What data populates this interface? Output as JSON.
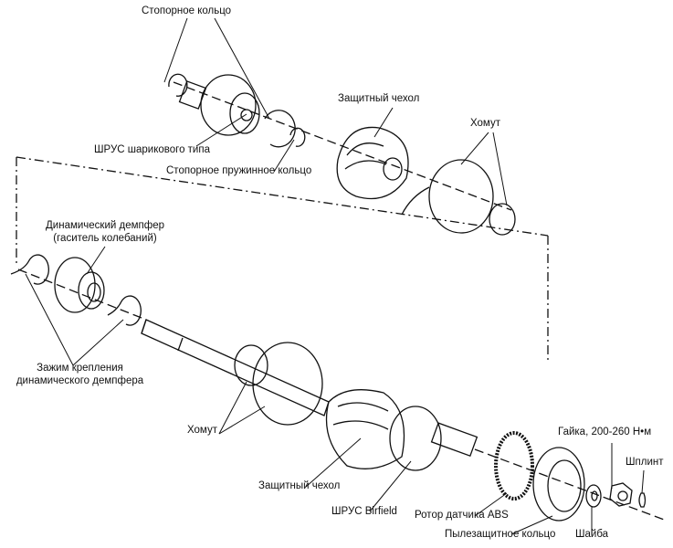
{
  "labels": {
    "retaining_ring": "Стопорное кольцо",
    "boot_top": "Защитный чехол",
    "clamp_top": "Хомут",
    "ball_joint": "ШРУС шарикового типа",
    "spring_ring": "Стопорное пружинное кольцо",
    "damper_line1": "Динамический демпфер",
    "damper_line2": "(гаситель колебаний)",
    "damper_clamp_line1": "Зажим крепления",
    "damper_clamp_line2": "динамического демпфера",
    "clamp_bottom": "Хомут",
    "boot_bottom": "Защитный чехол",
    "birfield": "ШРУС Birfield",
    "abs_rotor": "Ротор датчика ABS",
    "dust_ring": "Пылезащитное кольцо",
    "washer": "Шайба",
    "nut": "Гайка, 200-260 Н•м",
    "cotter_pin": "Шплинт"
  },
  "colors": {
    "line": "#111111",
    "background": "#ffffff"
  }
}
